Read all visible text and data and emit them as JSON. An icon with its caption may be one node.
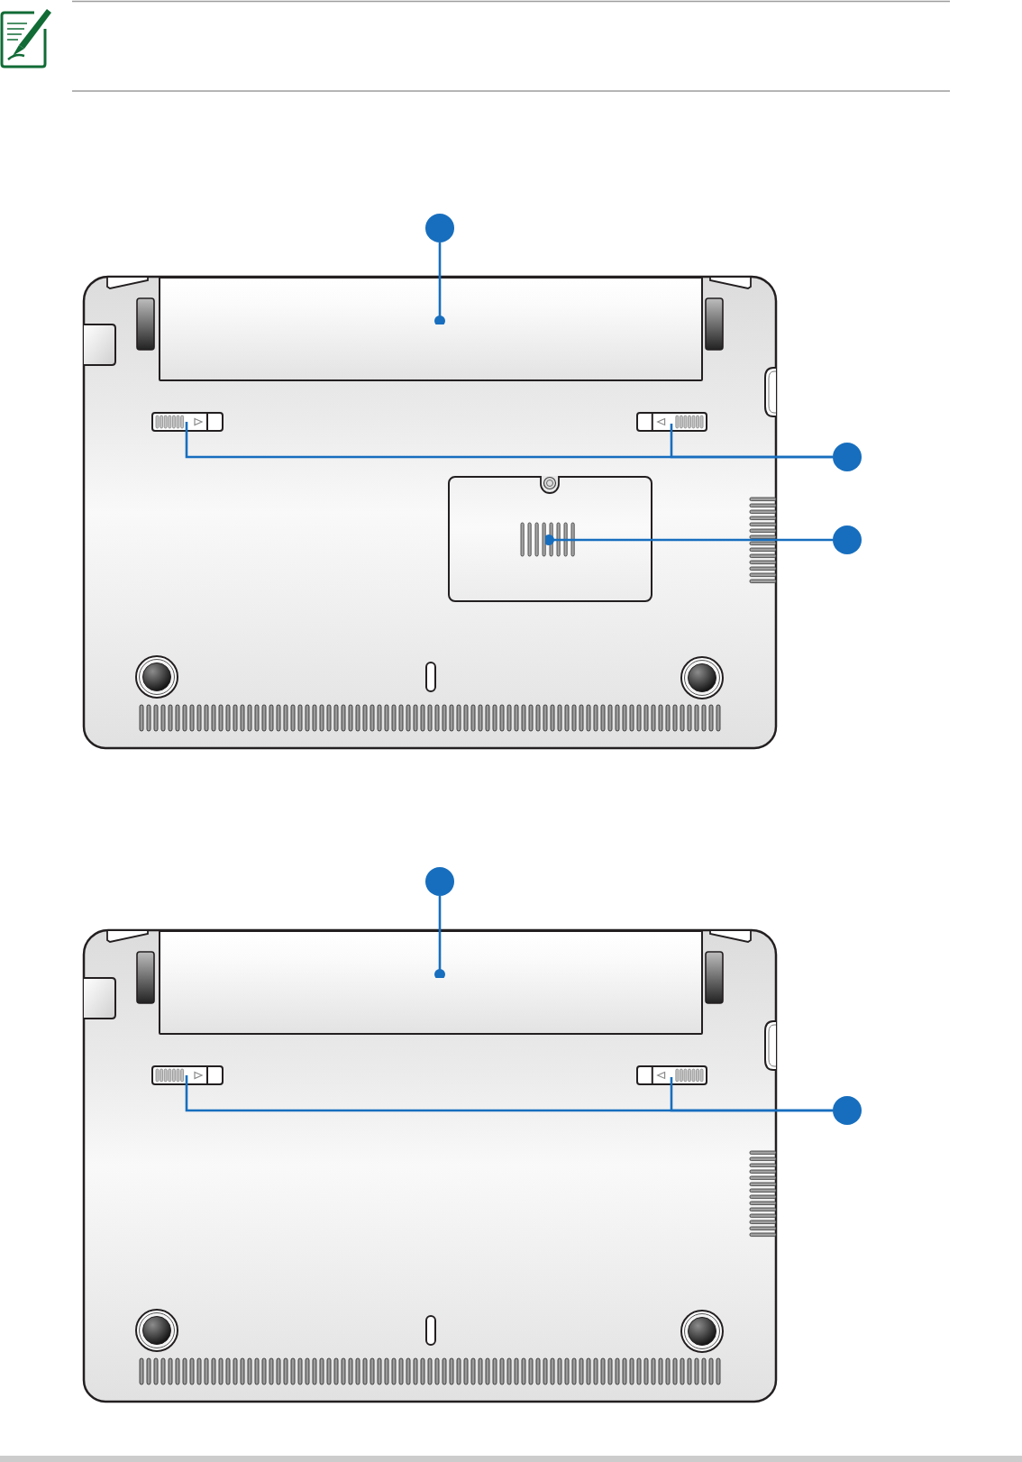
{
  "diagram": {
    "nodes": [
      {
        "text": [],
        "shape": "circle"
      },
      {
        "text": [],
        "shape": "box"
      },
      {
        "text": [],
        "shape": "box"
      },
      {
        "text": [],
        "shape": "box"
      },
      {
        "text": [],
        "shape": "circle"
      },
      {
        "text": [],
        "shape": "box"
      },
      {
        "text": [],
        "shape": "circle"
      },
      {
        "text": [],
        "shape": "circle"
      },
      {
        "text": [],
        "shape": "box"
      },
      {
        "text": [],
        "shape": "box"
      },
      {
        "text": [],
        "shape": "box"
      },
      {
        "text": [],
        "shape": "circle"
      }
    ],
    "edges": [
      {
        "from": 0,
        "to": 1,
        "arrow": "other"
      },
      {
        "from": 4,
        "to": 2,
        "arrow": "none"
      },
      {
        "from": 4,
        "to": 3,
        "arrow": "none"
      },
      {
        "from": 6,
        "to": 5,
        "arrow": "other"
      },
      {
        "from": 7,
        "to": 8,
        "arrow": "other"
      },
      {
        "from": 11,
        "to": 9,
        "arrow": "none"
      },
      {
        "from": 11,
        "to": 10,
        "arrow": "none"
      }
    ]
  }
}
